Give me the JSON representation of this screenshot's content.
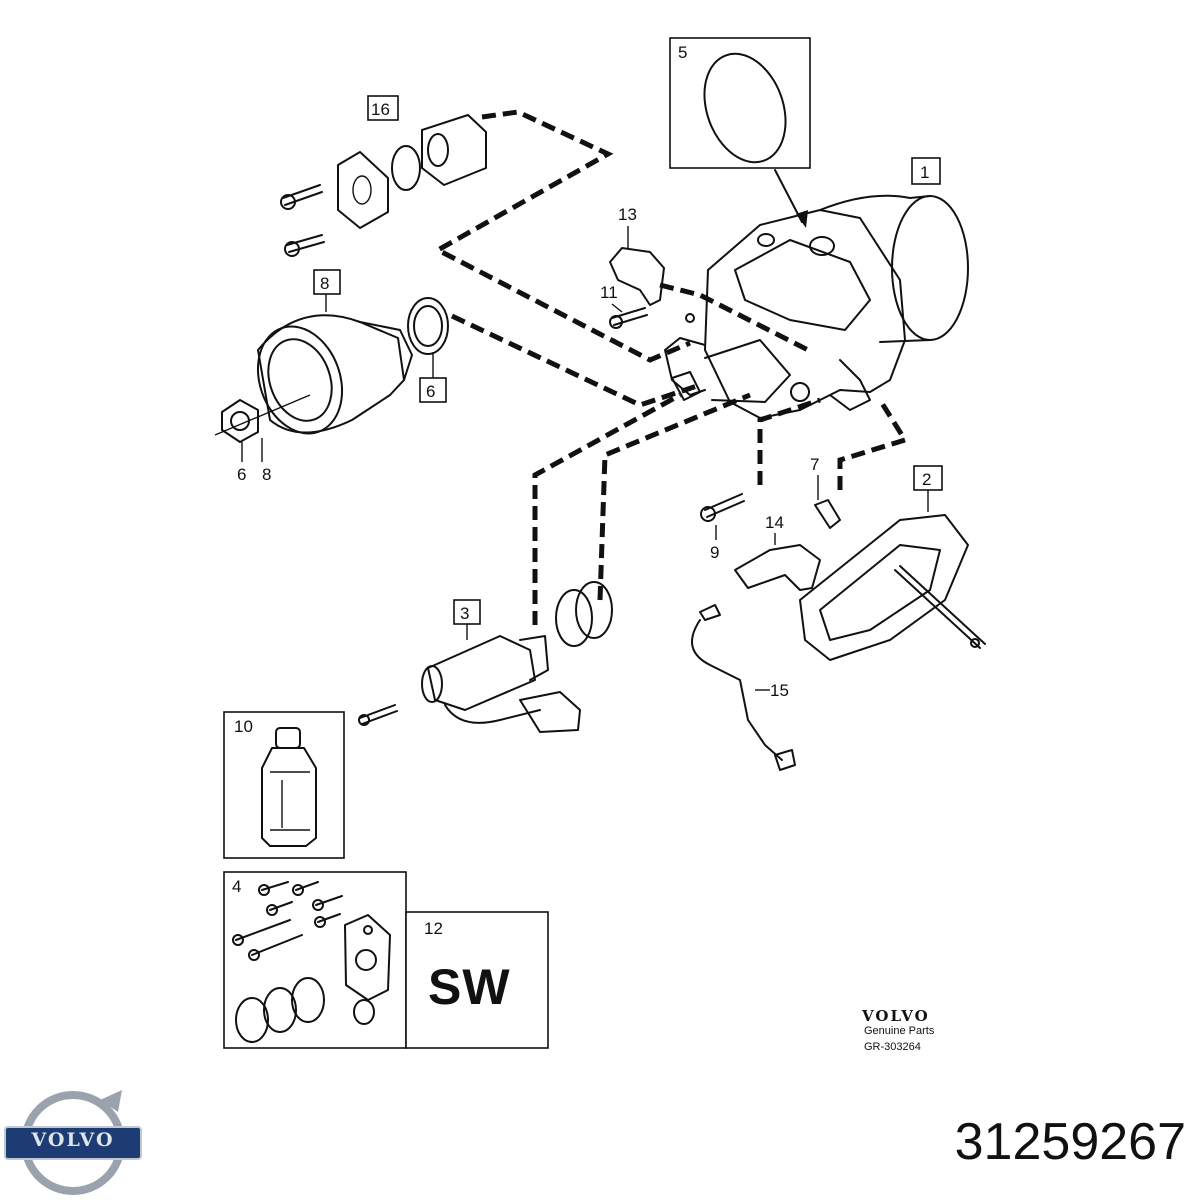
{
  "callouts": {
    "c1": "1",
    "c2": "2",
    "c3": "3",
    "c4": "4",
    "c5": "5",
    "c6a": "6",
    "c6b": "6",
    "c7": "7",
    "c8a": "8",
    "c8b": "8",
    "c9": "9",
    "c10": "10",
    "c11": "11",
    "c12": "12",
    "c13": "13",
    "c14": "14",
    "c15": "15",
    "c16": "16"
  },
  "kit_12_label": "SW",
  "brand_block": {
    "brand": "VOLVO",
    "genuine": "Genuine Parts",
    "code": "GR-303264"
  },
  "logo": {
    "text": "VOLVO",
    "color": "#1c3c73"
  },
  "part_number": "31259267"
}
